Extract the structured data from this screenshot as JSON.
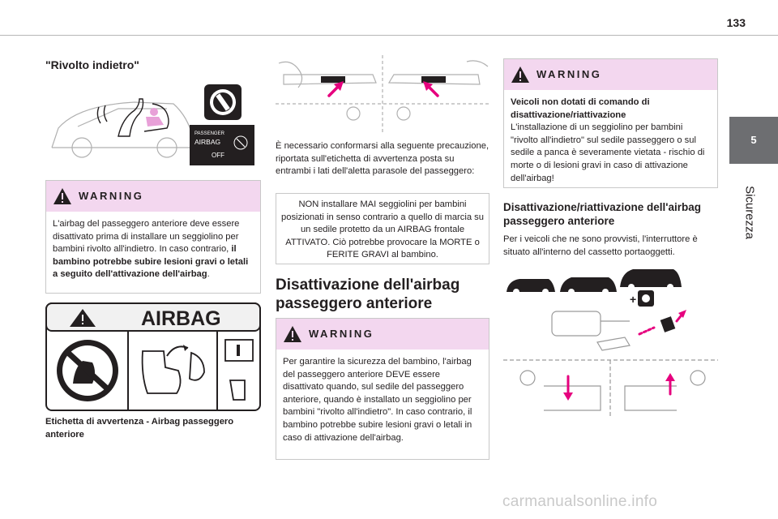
{
  "page_number": "133",
  "section": {
    "number": "5",
    "title": "Sicurezza"
  },
  "col1": {
    "heading": "\"Rivolto indietro\"",
    "fig_label": {
      "line1": "PASSENGER",
      "line2": "AIRBAG",
      "line3": "OFF"
    },
    "warning": {
      "title": "WARNING",
      "text_pre": "L'airbag del passeggero anteriore deve essere disattivato prima di installare un seggiolino per bambini rivolto all'indietro. In caso contrario, ",
      "text_bold": "il bambino potrebbe subire lesioni gravi o letali a seguito dell'attivazione dell'airbag",
      "text_post": "."
    },
    "label_fig": {
      "title": "AIRBAG"
    },
    "caption": "Etichetta di avvertenza - Airbag passeggero anteriore"
  },
  "col2": {
    "intro": "È necessario conformarsi alla seguente precauzione, riportata sull'etichetta di avvertenza posta su entrambi i lati dell'aletta parasole del passeggero:",
    "notice": "NON installare MAI seggiolini per bambini posizionati in senso contrario a quello di marcia su un sedile protetto da un AIRBAG frontale ATTIVATO. Ciò potrebbe provocare la MORTE o FERITE GRAVI al bambino.",
    "heading": "Disattivazione dell'airbag passeggero anteriore",
    "warning": {
      "title": "WARNING",
      "text": "Per garantire la sicurezza del bambino, l'airbag del passeggero anteriore DEVE essere disattivato quando, sul sedile del passeggero anteriore, quando è installato un seggiolino per bambini \"rivolto all'indietro\". In caso contrario, il bambino potrebbe subire lesioni gravi o letali in caso di attivazione dell'airbag."
    }
  },
  "col3": {
    "warning": {
      "title": "WARNING",
      "bold": "Veicoli non dotati di comando di disattivazione/riattivazione",
      "text": "L'installazione di un seggiolino per bambini \"rivolto all'indietro\" sul sedile passeggero o sul sedile a panca è severamente vietata - rischio di morte o di lesioni gravi in caso di attivazione dell'airbag!"
    },
    "heading": "Disattivazione/riattivazione dell'airbag passeggero anteriore",
    "text": "Per i veicoli che ne sono provvisti, l'interruttore è situato all'interno del cassetto portaoggetti."
  },
  "watermark": "carmanualsonline.info",
  "colors": {
    "warning_header": "#f3d7ef",
    "arrow": "#e6007e",
    "side_tab": "#6d6e71",
    "child_pink": "#e8a0d8"
  }
}
